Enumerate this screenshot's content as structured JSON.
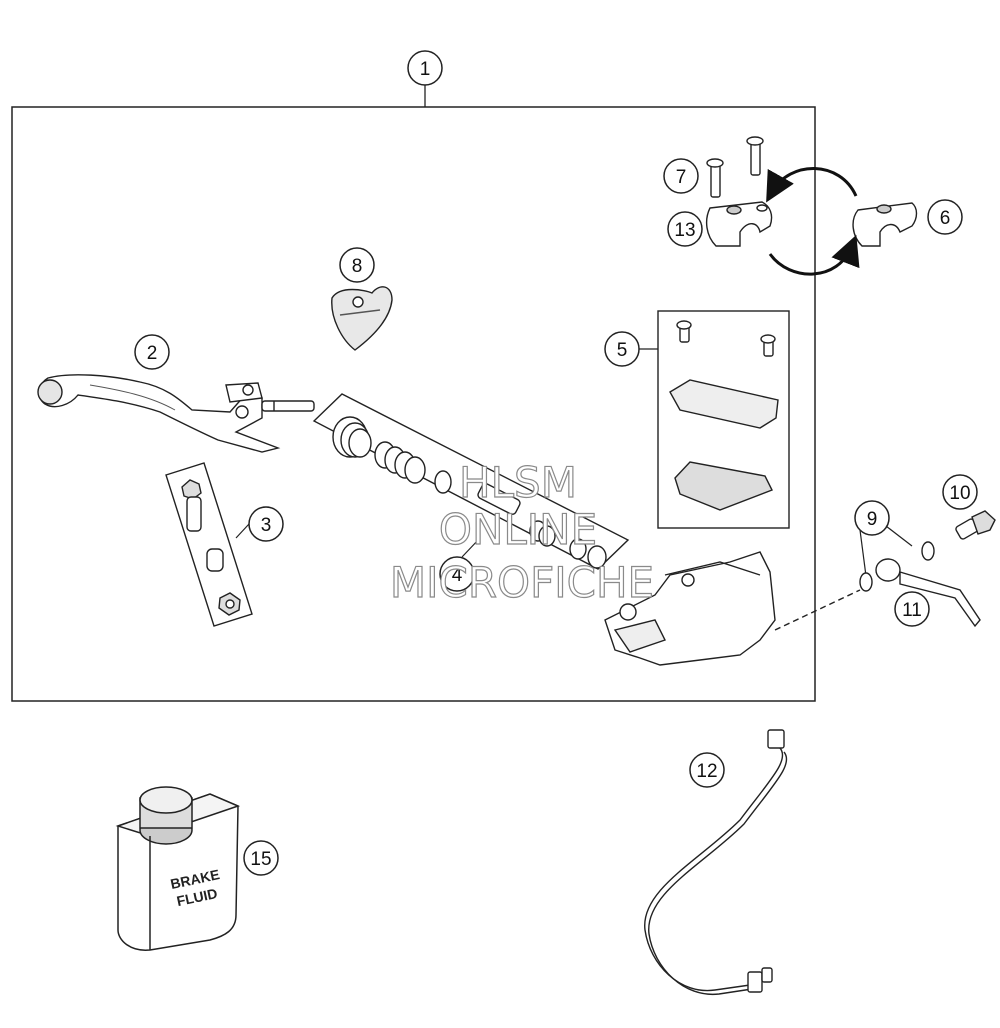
{
  "diagram": {
    "callouts": [
      "1",
      "2",
      "3",
      "4",
      "5",
      "6",
      "7",
      "8",
      "9",
      "10",
      "11",
      "12",
      "13",
      "15"
    ],
    "bottle_label": [
      "BRAKE",
      "FLUID"
    ],
    "watermark": [
      "HLSM",
      "ONLINE",
      "MICROFICHE"
    ],
    "colors": {
      "line": "#222222",
      "fill": "#ffffff",
      "shade": "#cfcfcf",
      "watermark": "#8a8a8a"
    }
  }
}
